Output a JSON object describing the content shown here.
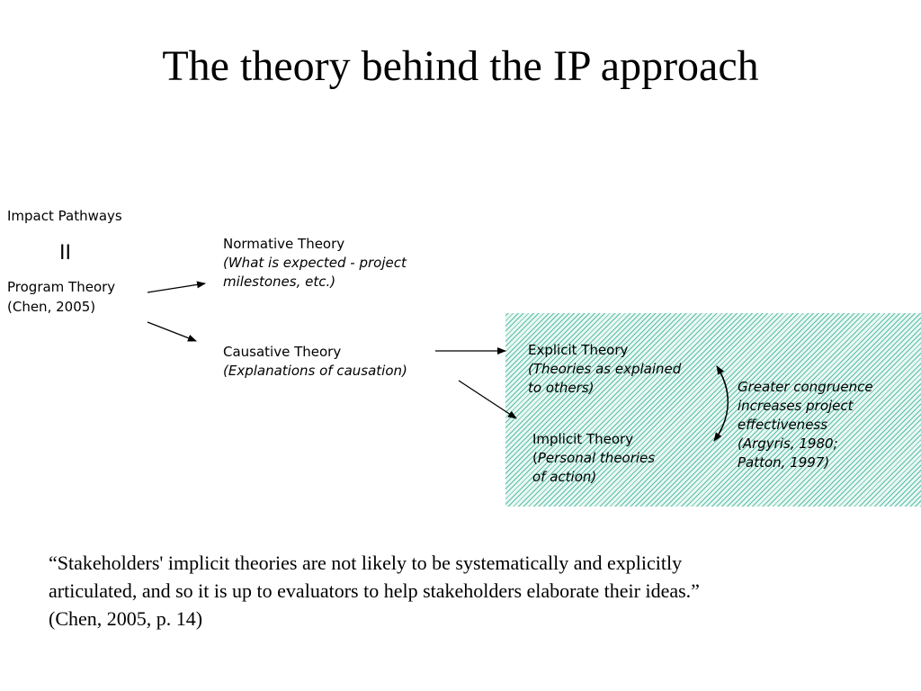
{
  "title": "The theory behind the IP approach",
  "impact_pathways": "Impact Pathways",
  "equals_sign": "II",
  "program_theory": {
    "line1": "Program Theory",
    "line2": "(Chen, 2005)"
  },
  "normative_theory": {
    "heading": "Normative Theory",
    "line1": "(What is expected - project",
    "line2": "milestones, etc.)"
  },
  "causative_theory": {
    "heading": "Causative Theory",
    "line1": "(Explanations of causation)"
  },
  "explicit_theory": {
    "heading": "Explicit Theory",
    "line1": "(Theories as explained",
    "line2": "to others)"
  },
  "implicit_theory": {
    "heading": "Implicit Theory",
    "line1_prefix": "(",
    "line1_italic": "Personal theories",
    "line2": "of action)"
  },
  "congruence_note": {
    "line1": "Greater congruence",
    "line2": "increases project",
    "line3": "effectiveness",
    "line4": "(Argyris, 1980;",
    "line5": "Patton, 1997)"
  },
  "quote": {
    "line1": "“Stakeholders' implicit theories are not likely to be systematically and explicitly",
    "line2": "articulated, and so it is up to evaluators to help stakeholders elaborate their ideas.”",
    "line3": "(Chen, 2005, p. 14)"
  },
  "colors": {
    "hatch_line": "#58bfa7",
    "hatch_bg": "#e9f7f2"
  }
}
